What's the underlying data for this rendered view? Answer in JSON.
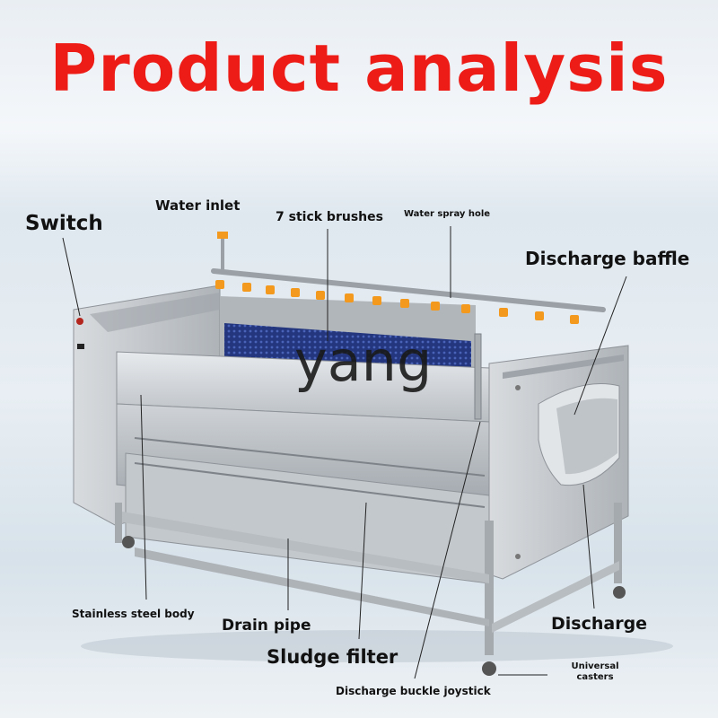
{
  "title": "Product analysis",
  "labels": {
    "switch": "Switch",
    "water_inlet": "Water inlet",
    "stick_brushes": "7 stick brushes",
    "water_spray_hole": "Water spray hole",
    "discharge_baffle": "Discharge baffle",
    "stainless_steel_body": "Stainless steel body",
    "drain_pipe": "Drain pipe",
    "sludge_filter": "Sludge filter",
    "discharge": "Discharge",
    "universal_casters": "Universal casters",
    "discharge_buckle_joystick": "Discharge buckle joystick"
  },
  "watermark": "yang",
  "colors": {
    "title": "#ee1c17",
    "nozzle": "#f39a1e",
    "brush": "#2a3f8f",
    "steel": "#c9cdd1"
  }
}
